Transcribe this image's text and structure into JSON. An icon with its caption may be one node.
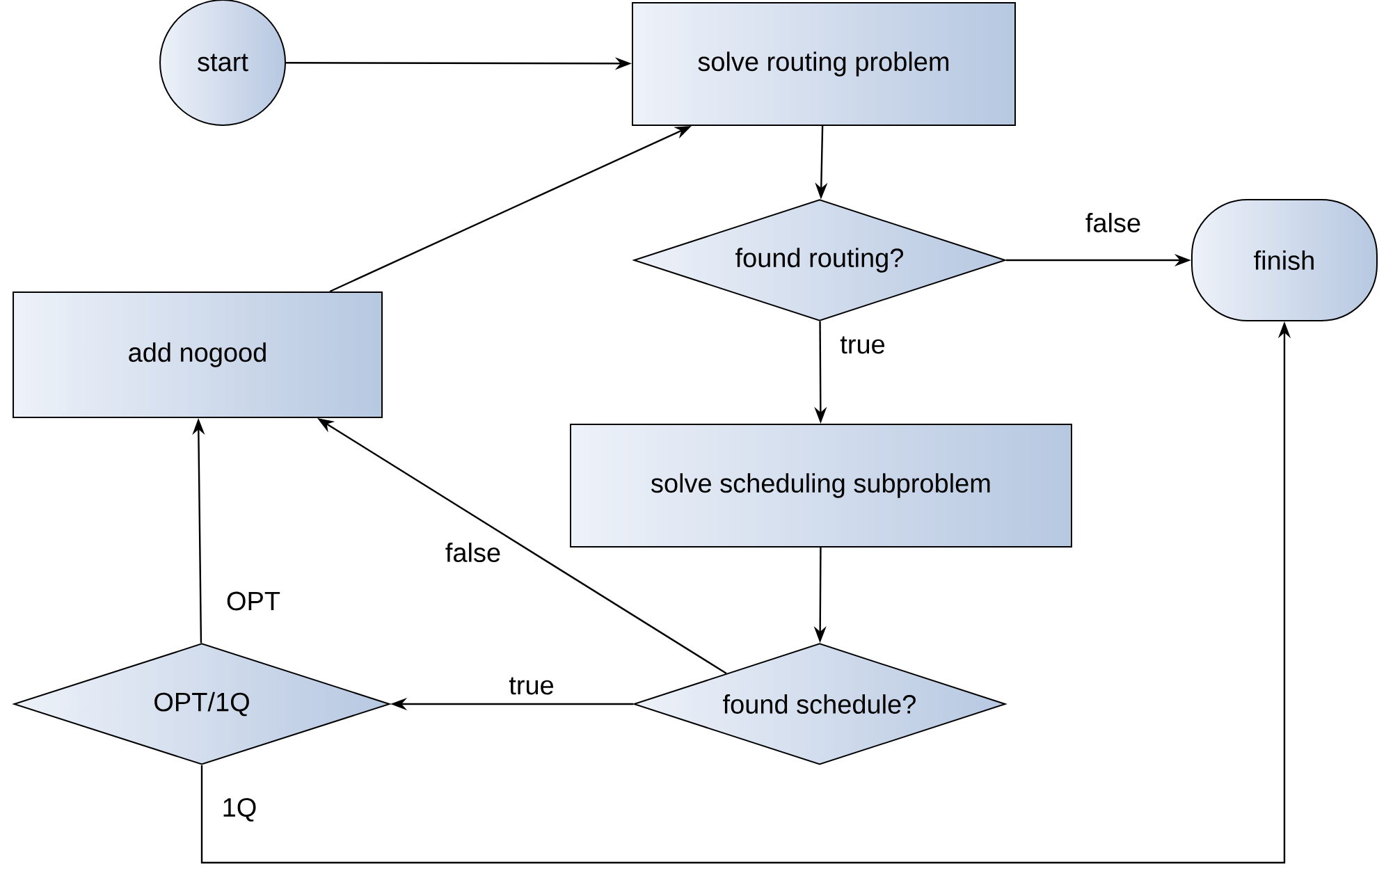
{
  "diagram": {
    "nodes": [
      {
        "text": [
          "start"
        ]
      },
      {
        "text": [
          "solve routing problem"
        ]
      },
      {
        "text": [
          "found routing?"
        ]
      },
      {
        "text": [
          "finish"
        ]
      },
      {
        "text": [
          "add nogood"
        ]
      },
      {
        "text": [
          "solve scheduling subproblem"
        ]
      },
      {
        "text": [
          "found schedule?"
        ]
      },
      {
        "text": [
          "OPT/1Q"
        ]
      }
    ],
    "edges": [
      {
        "from": 0,
        "to": 1,
        "arrow": "to"
      },
      {
        "from": 1,
        "to": 2,
        "arrow": "to"
      },
      {
        "from": 2,
        "to": 3,
        "arrow": "to",
        "label": "false"
      },
      {
        "from": 2,
        "to": 5,
        "arrow": "to",
        "label": "true"
      },
      {
        "from": 5,
        "to": 6,
        "arrow": "to"
      },
      {
        "from": 6,
        "to": 4,
        "arrow": "to",
        "label": "false"
      },
      {
        "from": 6,
        "to": 7,
        "arrow": "to",
        "label": "true"
      },
      {
        "from": 7,
        "to": 4,
        "arrow": "to",
        "label": "OPT"
      },
      {
        "from": 7,
        "to": 3,
        "arrow": "to",
        "label": "1Q"
      },
      {
        "from": 4,
        "to": 1,
        "arrow": "to"
      }
    ]
  }
}
